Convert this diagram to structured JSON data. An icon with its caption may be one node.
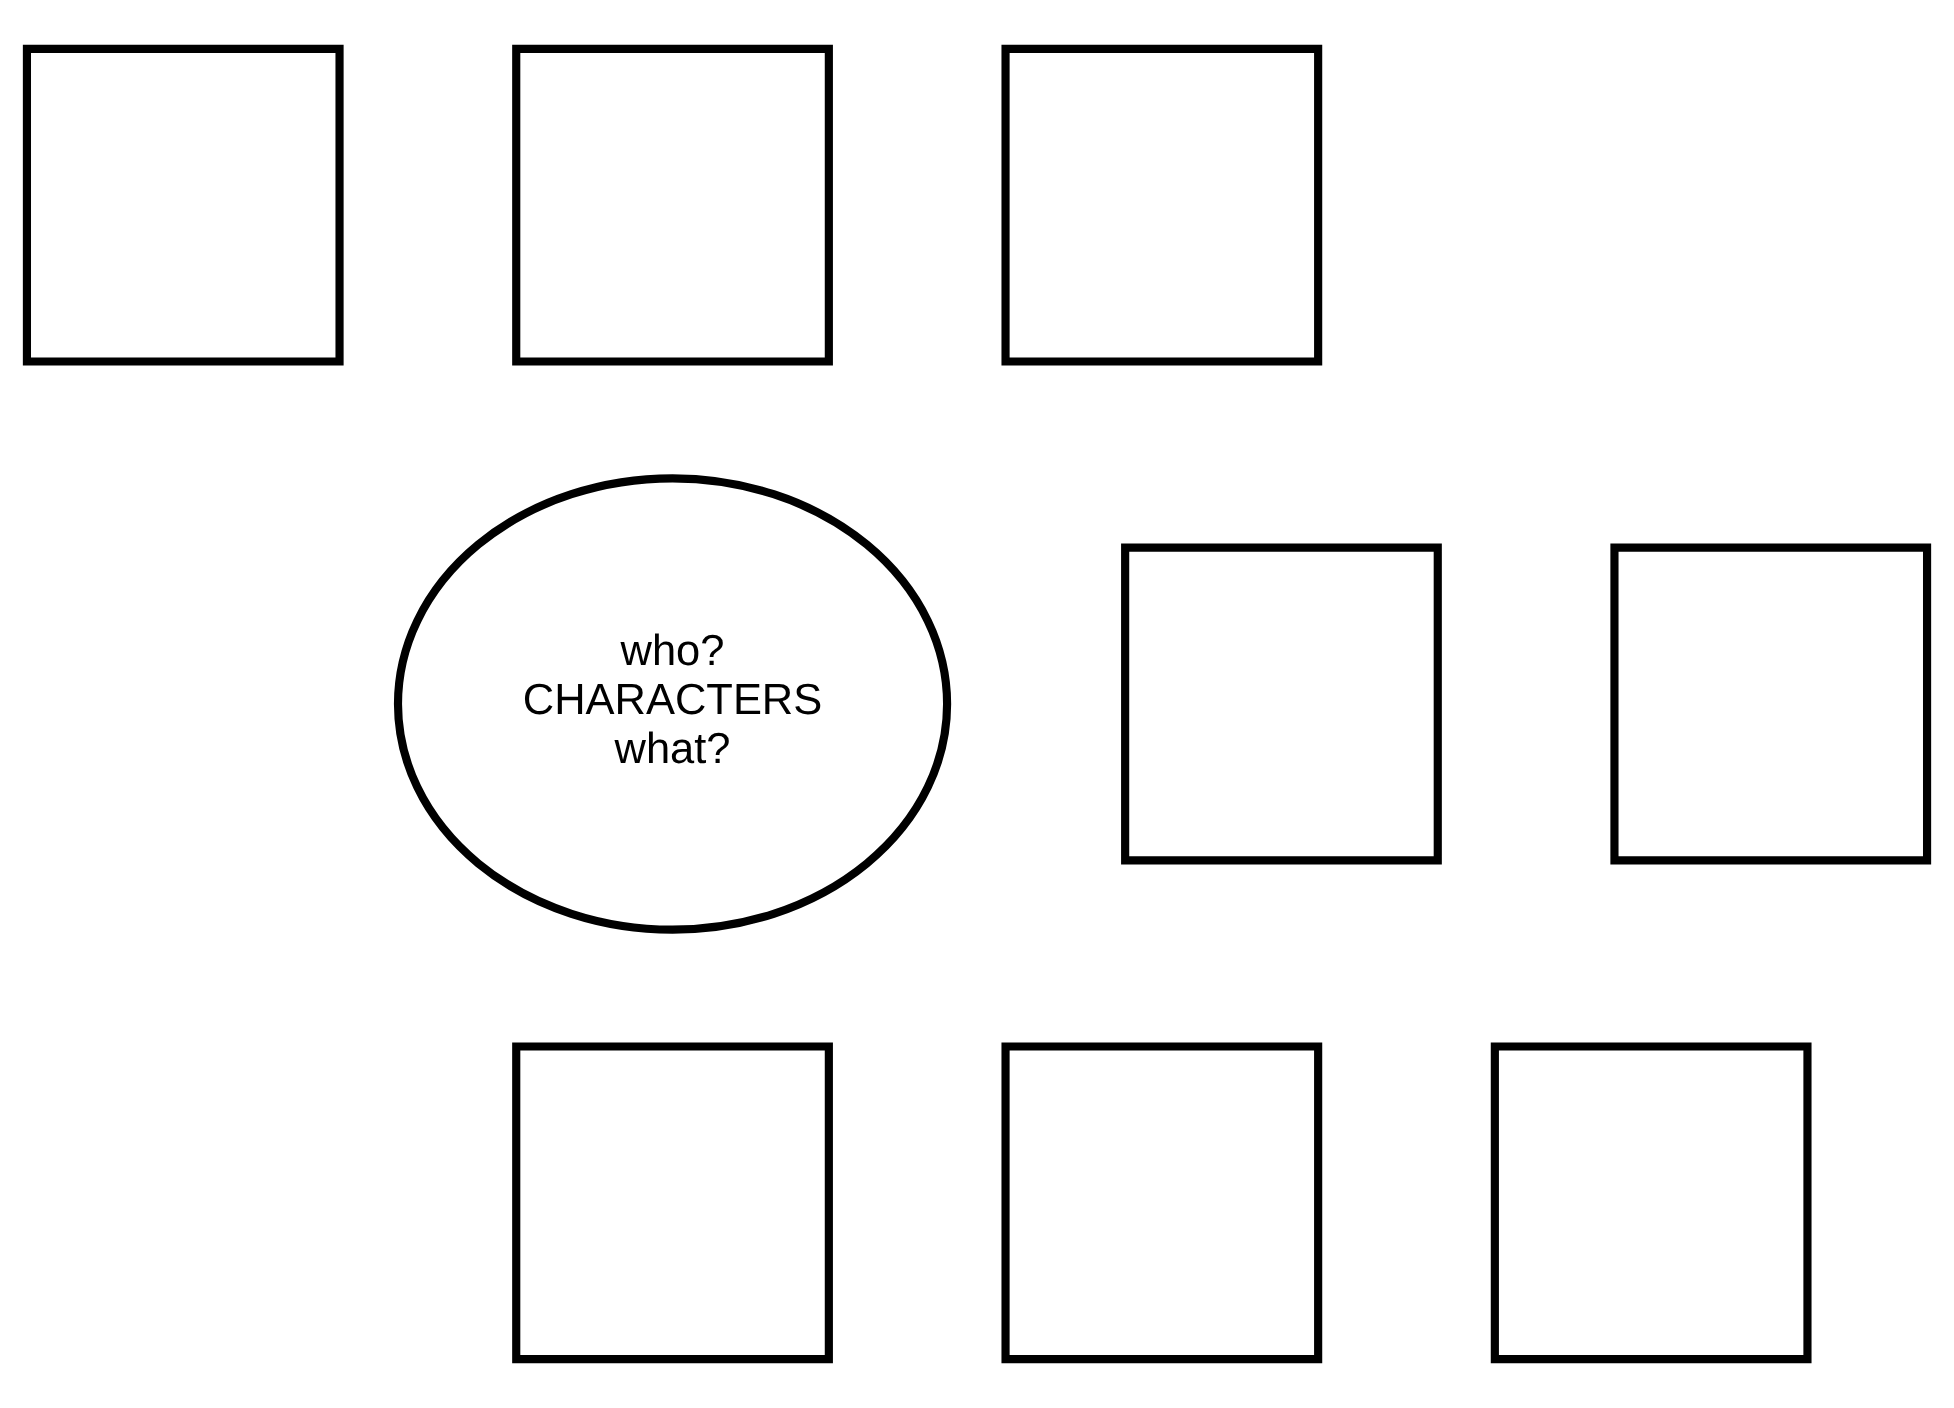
{
  "diagram": {
    "nodes": [
      {
        "text": [],
        "shape": "box"
      },
      {
        "text": [],
        "shape": "box"
      },
      {
        "text": [],
        "shape": "box"
      },
      {
        "text": [],
        "shape": "box"
      },
      {
        "text": [
          "who?",
          "CHARACTERS",
          "what?"
        ]
      },
      {
        "text": [],
        "shape": "box"
      },
      {
        "text": [],
        "shape": "box"
      },
      {
        "text": [],
        "shape": "box"
      },
      {
        "text": [],
        "shape": "box"
      }
    ],
    "edges": []
  }
}
